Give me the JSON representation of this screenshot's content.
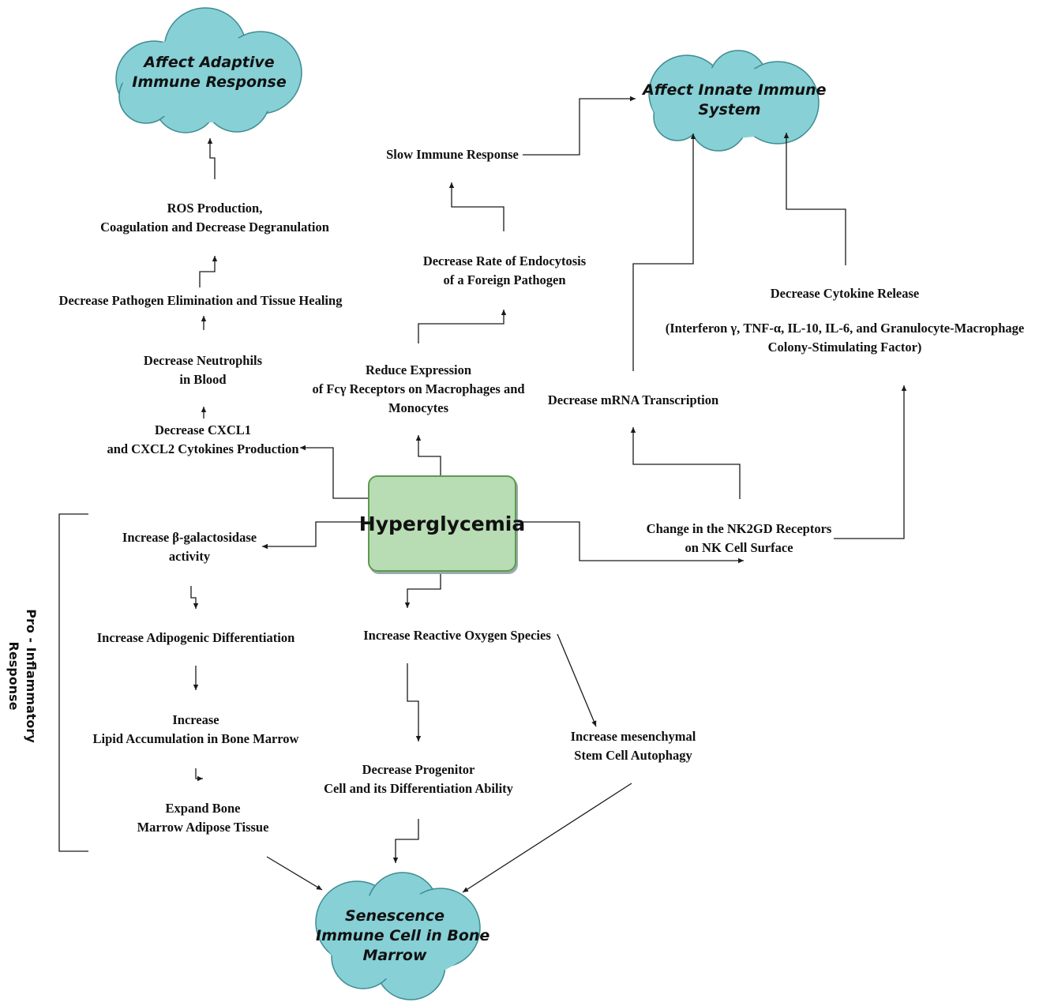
{
  "hub": {
    "label": "Hyperglycemia"
  },
  "outcomes": {
    "adaptive": [
      "Affect Adaptive",
      "Immune Response"
    ],
    "innate": [
      "Affect Innate Immune",
      "System"
    ],
    "senescence": [
      "Senescence",
      "Immune Cell in Bone",
      "Marrow"
    ]
  },
  "nodes": {
    "ros": [
      "ROS Production,",
      "Coagulation and Decrease Degranulation"
    ],
    "pathogen_elim": [
      "Decrease Pathogen Elimination and Tissue Healing"
    ],
    "neutrophils": [
      "Decrease Neutrophils",
      "in Blood"
    ],
    "cxcl": [
      "Decrease CXCL1",
      "and CXCL2 Cytokines Production"
    ],
    "slow_immune": [
      "Slow Immune Response"
    ],
    "endocytosis": [
      "Decrease Rate of Endocytosis",
      "of a Foreign Pathogen"
    ],
    "fc_receptors": [
      "Reduce Expression",
      "of Fcγ Receptors on Macrophages and",
      "Monocytes"
    ],
    "cytokine_release": [
      "Decrease Cytokine Release"
    ],
    "cytokine_list": [
      "(Interferon γ, TNF-α, IL-10, IL-6, and Granulocyte-Macrophage",
      "Colony-Stimulating Factor)"
    ],
    "mrna": [
      "Decrease mRNA Transcription"
    ],
    "nk2gd": [
      "Change in the NK2GD Receptors",
      "on NK Cell Surface"
    ],
    "galactosidase": [
      "Increase β-galactosidase",
      "activity"
    ],
    "adipogenic": [
      "Increase Adipogenic Differentiation"
    ],
    "lipid": [
      "Increase",
      "Lipid Accumulation in Bone Marrow"
    ],
    "adipose": [
      "Expand Bone",
      "Marrow Adipose Tissue"
    ],
    "ros_species": [
      "Increase Reactive Oxygen Species"
    ],
    "progenitor": [
      "Decrease Progenitor",
      "Cell and its Differentiation Ability"
    ],
    "autophagy": [
      "Increase mesenchymal",
      "Stem Cell Autophagy"
    ]
  },
  "bracket_label": [
    "Pro - Inflammatory",
    "Response"
  ],
  "colors": {
    "cloud_fill": "#86d0d6",
    "cloud_stroke": "#3e8c92",
    "hub_fill": "#b8dcb3",
    "hub_stroke": "#5d9a4e",
    "line": "#1a1a1a"
  }
}
